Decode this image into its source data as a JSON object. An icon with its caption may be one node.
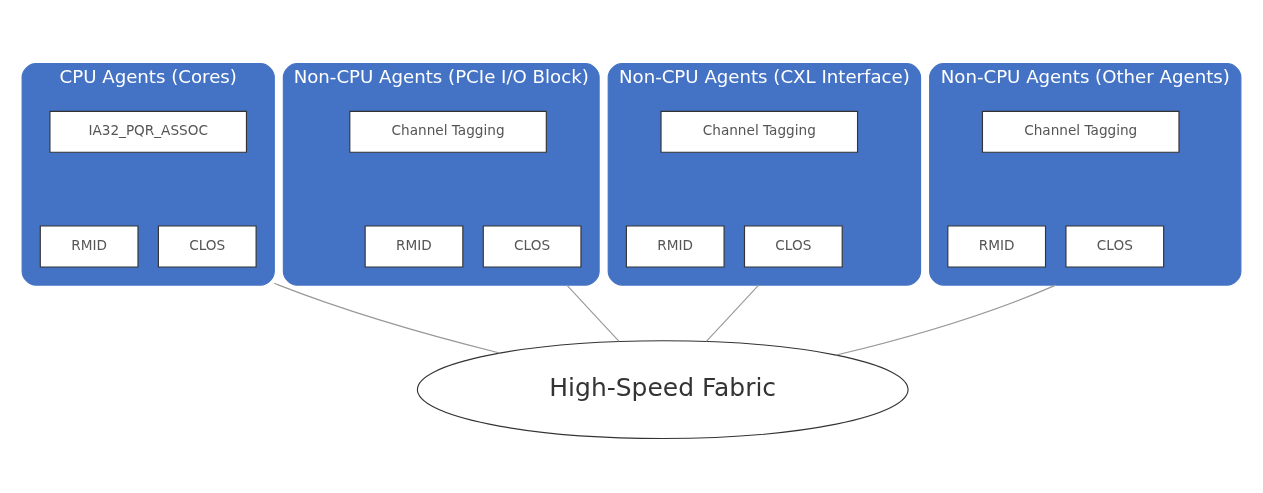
{
  "diagram": {
    "nodes": [
      {
        "text": [
          "CPU Agents (Cores)"
        ]
      },
      {
        "text": [
          "IA32_PQR_ASSOC"
        ],
        "in": 0
      },
      {
        "text": [
          "RMID"
        ],
        "in": 0
      },
      {
        "text": [
          "CLOS"
        ],
        "in": 0
      },
      {
        "text": [
          "Non-CPU Agents (PCIe I/O Block)"
        ]
      },
      {
        "text": [
          "Channel Tagging"
        ],
        "in": 4
      },
      {
        "text": [
          "RMID"
        ],
        "in": 4
      },
      {
        "text": [
          "CLOS"
        ],
        "in": 4
      },
      {
        "text": [
          "Non-CPU Agents (CXL Interface)"
        ]
      },
      {
        "text": [
          "Channel Tagging"
        ],
        "in": 8
      },
      {
        "text": [
          "RMID"
        ],
        "in": 8
      },
      {
        "text": [
          "CLOS"
        ],
        "in": 8
      },
      {
        "text": [
          "Non-CPU Agents (Other Agents)"
        ]
      },
      {
        "text": [
          "Channel Tagging"
        ],
        "in": 12
      },
      {
        "text": [
          "RMID"
        ],
        "in": 12
      },
      {
        "text": [
          "CLOS"
        ],
        "in": 12
      },
      {
        "text": [
          "High-Speed Fabric"
        ]
      }
    ],
    "edges": [
      {
        "from": 0,
        "to": 16,
        "arrow": "none"
      },
      {
        "from": 4,
        "to": 16,
        "arrow": "none"
      },
      {
        "from": 8,
        "to": 16,
        "arrow": "none"
      },
      {
        "from": 12,
        "to": 16,
        "arrow": "none"
      }
    ]
  }
}
